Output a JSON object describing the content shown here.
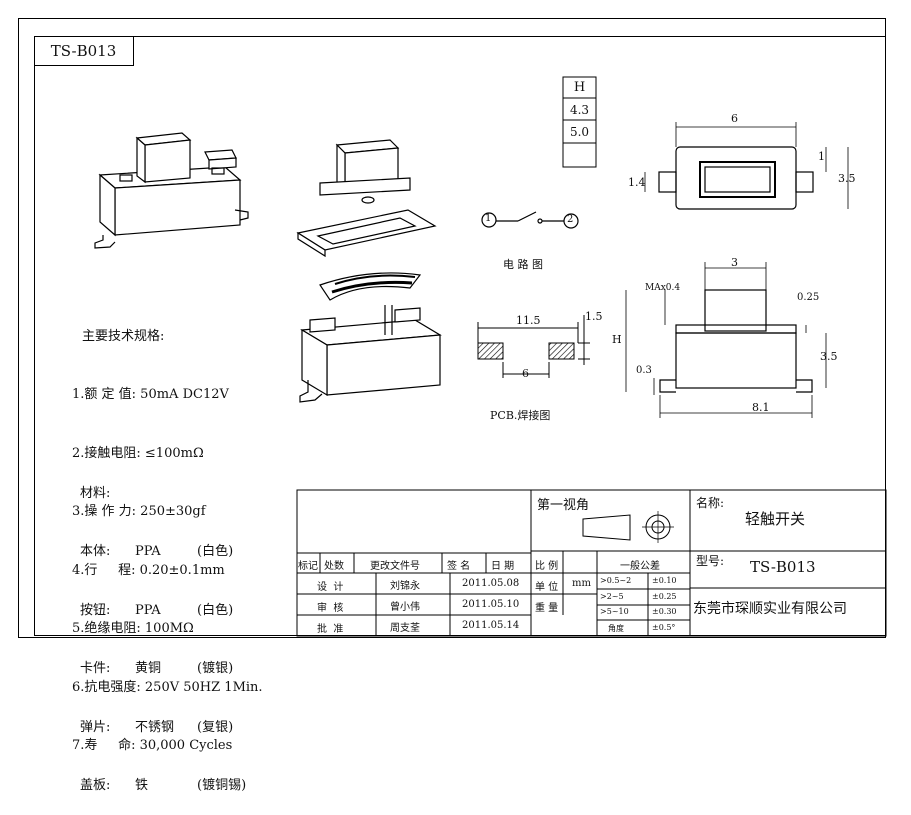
{
  "model_box": "TS-B013",
  "specs": {
    "heading": "主要技术规格:",
    "items": [
      "1.额 定 值: 50mA DC12V",
      "2.接触电阻: ≤100mΩ",
      "3.操 作 力: 250±30gf",
      "4.行     程: 0.20±0.1mm",
      "5.绝缘电阻: 100MΩ",
      "6.抗电强度: 250V 50HZ 1Min.",
      "7.寿     命: 30,000 Cycles"
    ],
    "materials_heading": "材料:",
    "materials": [
      {
        "part": "本体:",
        "material": "PPA",
        "finish": "(白色)"
      },
      {
        "part": "按钮:",
        "material": "PPA",
        "finish": "(白色)"
      },
      {
        "part": "卡件:",
        "material": "黄铜",
        "finish": "(镀银)"
      },
      {
        "part": "弹片:",
        "material": "不锈钢",
        "finish": "(复银)"
      },
      {
        "part": "盖板:",
        "material": "铁",
        "finish": "(镀铜锡)"
      }
    ]
  },
  "height_table": {
    "header": "H",
    "rows": [
      "4.3",
      "5.0",
      ""
    ]
  },
  "circuit": {
    "node1": "1",
    "node2": "2",
    "caption": "电 路 图"
  },
  "pcb": {
    "dim_total": "11.5",
    "dim_pad": "1.5",
    "dim_inner": "6",
    "caption": "PCB.焊接图"
  },
  "top_view": {
    "dim_width": "6",
    "dim_h1": "1",
    "dim_h2": "3.5",
    "dim_left": "1.4"
  },
  "side_view": {
    "dim_top": "3",
    "dim_max": "MAx0.4",
    "dim_h": "H",
    "dim_025": "0.25",
    "dim_03": "0.3",
    "dim_35": "3.5",
    "dim_bottom": "8.1"
  },
  "title_block": {
    "projection_label": "第一视角",
    "name_label": "名称:",
    "name_value": "轻触开关",
    "type_label": "型号:",
    "type_value": "TS-B013",
    "company": "东莞市琛顺实业有限公司",
    "rev_headers": [
      "标记",
      "处数",
      "更改文件号",
      "签 名",
      "日 期"
    ],
    "rows": [
      {
        "role": "设  计",
        "name": "刘锦永",
        "date": "2011.05.08"
      },
      {
        "role": "审  核",
        "name": "曾小伟",
        "date": "2011.05.10"
      },
      {
        "role": "批  准",
        "name": "周支荃",
        "date": "2011.05.14"
      }
    ],
    "scale_label": "比 例",
    "unit_label": "单 位",
    "unit_value": "mm",
    "weight_label": "重 量",
    "tolerance_title": "一般公差",
    "tolerances": [
      {
        "range": ">0.5~2",
        "value": "±0.10"
      },
      {
        "range": ">2~5",
        "value": "±0.25"
      },
      {
        "range": ">5~10",
        "value": "±0.30"
      },
      {
        "range": "角度",
        "value": "±0.5°"
      }
    ]
  }
}
